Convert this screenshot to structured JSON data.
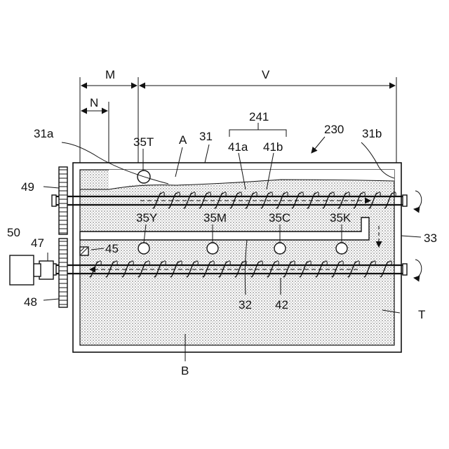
{
  "labels": {
    "dim_m": "M",
    "dim_n": "N",
    "dim_v": "V",
    "ref_241": "241",
    "ref_230": "230",
    "ref_31a": "31a",
    "ref_31b": "31b",
    "ref_35t": "35T",
    "ref_a": "A",
    "ref_31": "31",
    "ref_41a": "41a",
    "ref_41b": "41b",
    "ref_49": "49",
    "ref_50": "50",
    "ref_47": "47",
    "ref_45": "45",
    "ref_48": "48",
    "ref_35y": "35Y",
    "ref_35m": "35M",
    "ref_35c": "35C",
    "ref_35k": "35K",
    "ref_33": "33",
    "ref_32": "32",
    "ref_42": "42",
    "ref_t": "T",
    "ref_b": "B"
  },
  "colors": {
    "line": "#111111",
    "toner_fill": "#d9d9d9",
    "background": "#ffffff"
  }
}
